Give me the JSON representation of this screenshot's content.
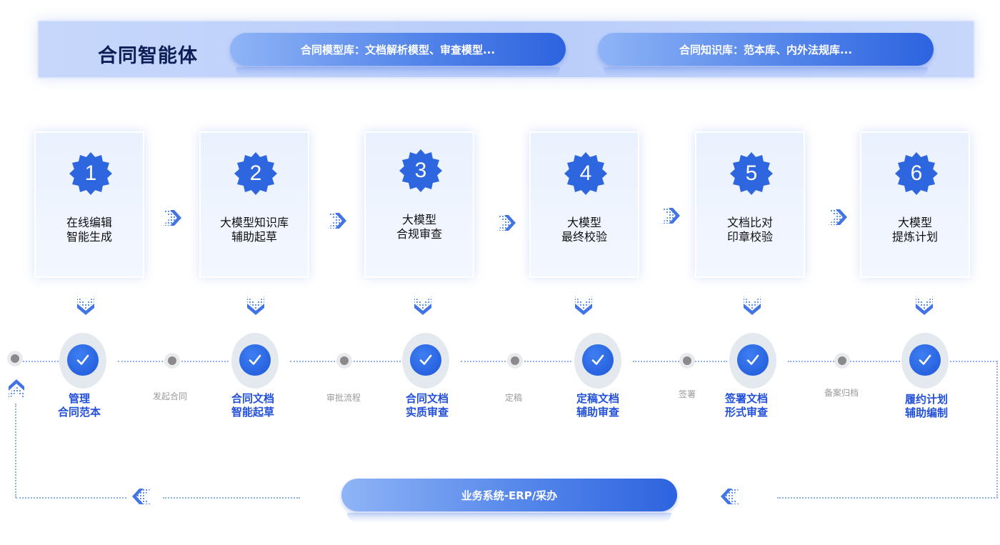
{
  "banner": {
    "title": "合同智能体",
    "model_lib": "合同模型库：文档解析模型、审查模型...",
    "knowledge_lib": "合同知识库：范本库、内外法规库..."
  },
  "steps": [
    {
      "num": "1",
      "line1": "在线编辑",
      "line2": "智能生成"
    },
    {
      "num": "2",
      "line1": "大模型知识库",
      "line2": "辅助起草"
    },
    {
      "num": "3",
      "line1": "大模型",
      "line2": "合规审查"
    },
    {
      "num": "4",
      "line1": "大模型",
      "line2": "最终校验"
    },
    {
      "num": "5",
      "line1": "文档比对",
      "line2": "印章校验"
    },
    {
      "num": "6",
      "line1": "大模型",
      "line2": "提炼计划"
    }
  ],
  "nodes": [
    {
      "line1": "管理",
      "line2": "合同范本"
    },
    {
      "line1": "合同文档",
      "line2": "智能起草"
    },
    {
      "line1": "合同文档",
      "line2": "实质审查"
    },
    {
      "line1": "定稿文档",
      "line2": "辅助审查"
    },
    {
      "line1": "签署文档",
      "line2": "形式审查"
    },
    {
      "line1": "履约计划",
      "line2": "辅助编制"
    }
  ],
  "connectors": [
    "发起合同",
    "审批流程",
    "定稿",
    "签署",
    "备案归档"
  ],
  "erp": "业务系统-ERP/采办",
  "colors": {
    "accent": "#2350d8",
    "badge": "#2e66e0",
    "banner": "#b9cdfa"
  }
}
